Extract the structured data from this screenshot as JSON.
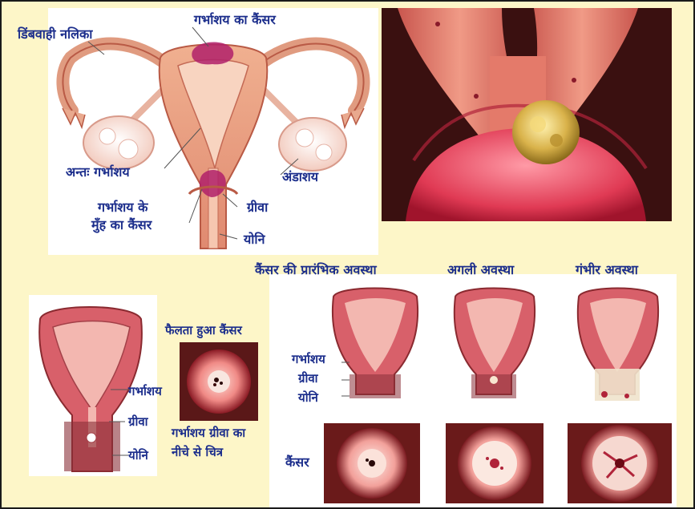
{
  "colors": {
    "background": "#fdf6c8",
    "label": "#1c2e8c",
    "tissue": "#e89a86",
    "tissue_dark": "#c05a4a",
    "cancer": "#b0206a"
  },
  "anatomy": {
    "fallopian_tube": "डिंबवाही नलिका",
    "uterine_cancer": "गर्भाशय का कैंसर",
    "endometrium": "अन्तः गर्भाशय",
    "ovary": "अंडाशय",
    "cervical_cancer_line1": "गर्भाशय के",
    "cervical_cancer_line2": "मुँह का कैंसर",
    "cervix": "ग्रीवा",
    "vagina": "योनि"
  },
  "spread": {
    "spreading_cancer": "फैलता हुआ कैंसर",
    "uterus": "गर्भाशय",
    "cervix": "ग्रीवा",
    "vagina": "योनि",
    "caption_line1": "गर्भाशय ग्रीवा का",
    "caption_line2": "नीचे से चित्र"
  },
  "stages": {
    "early": "कैंसर की प्रारंभिक अवस्था",
    "next": "अगली अवस्था",
    "severe": "गंभीर अवस्था",
    "uterus": "गर्भाशय",
    "cervix": "ग्रीवा",
    "vagina": "योनि",
    "cancer": "कैंसर"
  }
}
